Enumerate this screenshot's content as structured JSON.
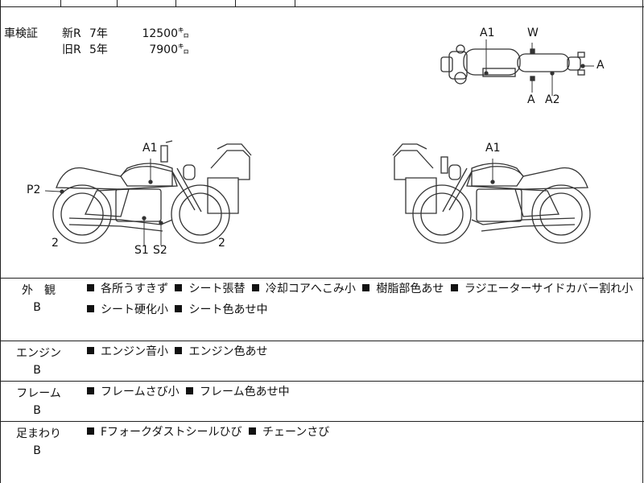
{
  "inspection": {
    "label": "車検証",
    "new": {
      "type": "新R",
      "years": "7年",
      "amount": "12500㌔"
    },
    "old": {
      "type": "旧R",
      "years": "5年",
      "amount": "7900㌔"
    }
  },
  "diagram_labels": {
    "top_a1": "A1",
    "top_w": "W",
    "top_a_right": "A",
    "top_a_bottom": "A",
    "top_a2": "A2",
    "left_a1": "A1",
    "left_p2": "P2",
    "left_2_front": "2",
    "left_2_rear": "2",
    "left_s1": "S1",
    "left_s2": "S2",
    "right_a1": "A1"
  },
  "sections": [
    {
      "name": "外　観",
      "grade": "B",
      "items": [
        "各所うすきず",
        "シート張替",
        "冷却コアへこみ小",
        "樹脂部色あせ",
        "ラジエーターサイドカバー割れ小",
        "シート硬化小",
        "シート色あせ中"
      ]
    },
    {
      "name": "エンジン",
      "grade": "B",
      "items": [
        "エンジン音小",
        "エンジン色あせ"
      ]
    },
    {
      "name": "フレーム",
      "grade": "B",
      "items": [
        "フレームさび小",
        "フレーム色あせ中"
      ]
    },
    {
      "name": "足まわり",
      "grade": "B",
      "items": [
        "Fフォークダストシールひび",
        "チェーンさび"
      ]
    }
  ]
}
